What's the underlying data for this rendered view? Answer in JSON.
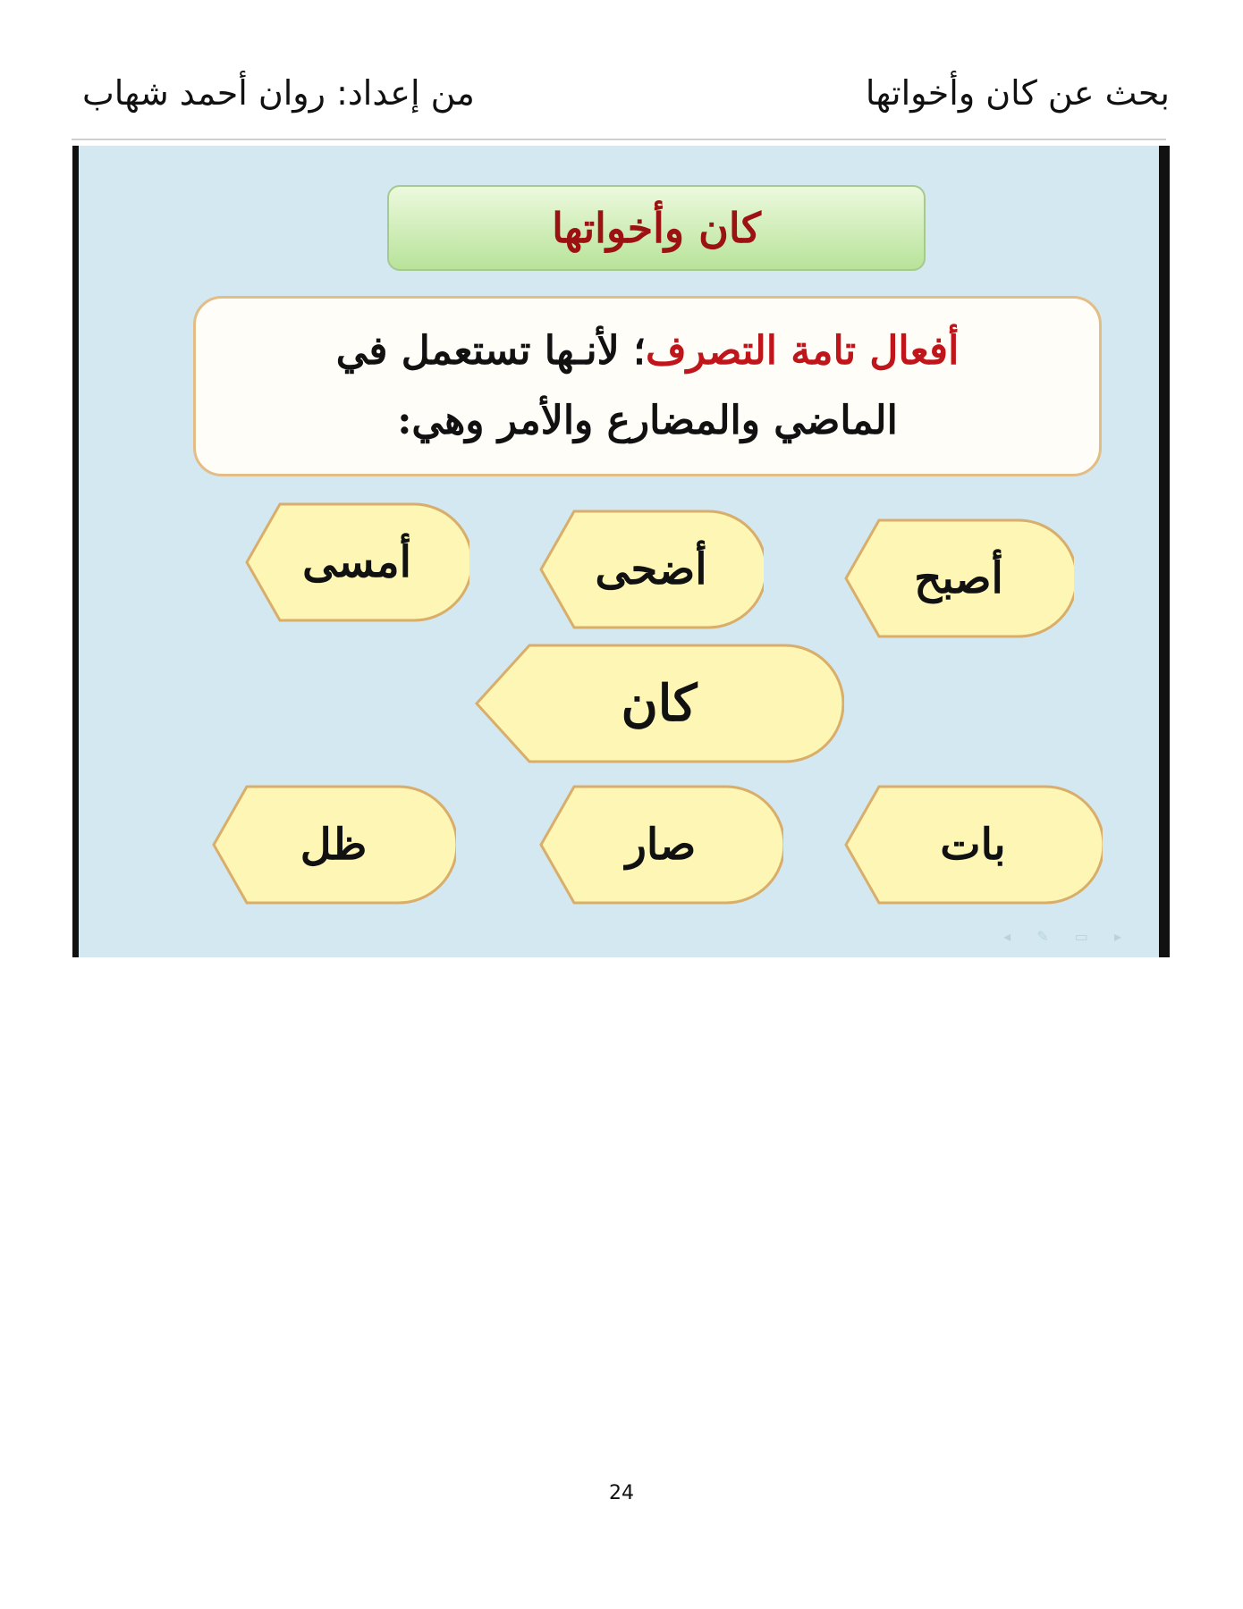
{
  "header": {
    "doc_title": "بحث عن كان وأخواتها",
    "author": "من إعداد: روان أحمد شهاب"
  },
  "slide": {
    "title": "كان وأخواتها",
    "description": {
      "highlight": "أفعال تامة التصرف",
      "line1_rest": "؛ لأنـها تستعمل في",
      "line2": "الماضي والمضارع والأمر وهي:"
    },
    "verbs": {
      "asbaha": "أصبح",
      "adha": "أضحى",
      "amsa": "أمسى",
      "kana": "كان",
      "bata": "بات",
      "sara": "صار",
      "zalla": "ظل"
    },
    "colors": {
      "background": "#d4e8f1",
      "title_text": "#9c1111",
      "highlight_text": "#c0151a",
      "verb_fill": "#fdf6b4",
      "verb_border": "#d8ae6a"
    }
  },
  "footer": {
    "page_number": "24"
  }
}
